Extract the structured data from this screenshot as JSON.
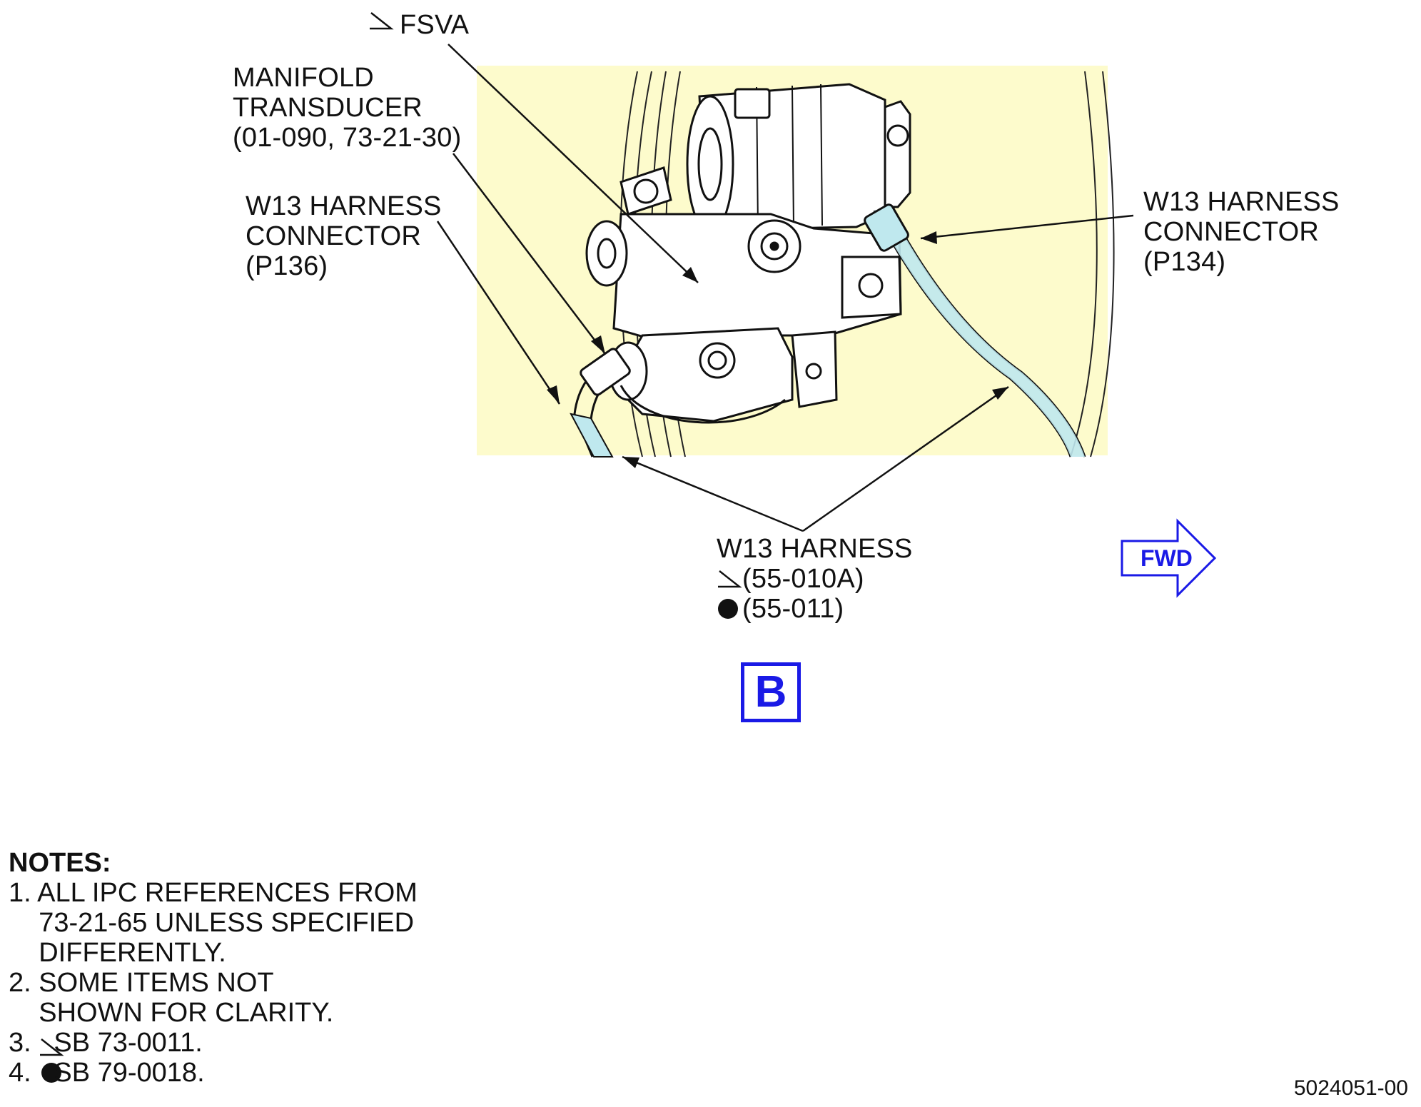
{
  "labels": {
    "fsva": "FSVA",
    "manifold_transducer": "MANIFOLD\nTRANSDUCER\n(01-090, 73-21-30)",
    "w13_p136": "W13 HARNESS\nCONNECTOR\n(P136)",
    "w13_p134": "W13 HARNESS\nCONNECTOR\n(P134)",
    "w13_harness": "W13 HARNESS",
    "w13_ref1": "(55-010A)",
    "w13_ref2": "(55-011)"
  },
  "view_label": "B",
  "fwd_label": "FWD",
  "notes": {
    "title": "NOTES:",
    "items": [
      "1. ALL IPC REFERENCES FROM\n    73-21-65 UNLESS SPECIFIED\n    DIFFERENTLY.",
      "2. SOME ITEMS NOT\n    SHOWN FOR CLARITY.",
      "3.   SB 73-0011.",
      "4.   SB 79-0018."
    ]
  },
  "doc_id": "5024051-00",
  "colors": {
    "highlight_background": "#fdfbcc",
    "callout_blue": "#1a1ae6",
    "harness_cyan": "#bfe8ee"
  }
}
